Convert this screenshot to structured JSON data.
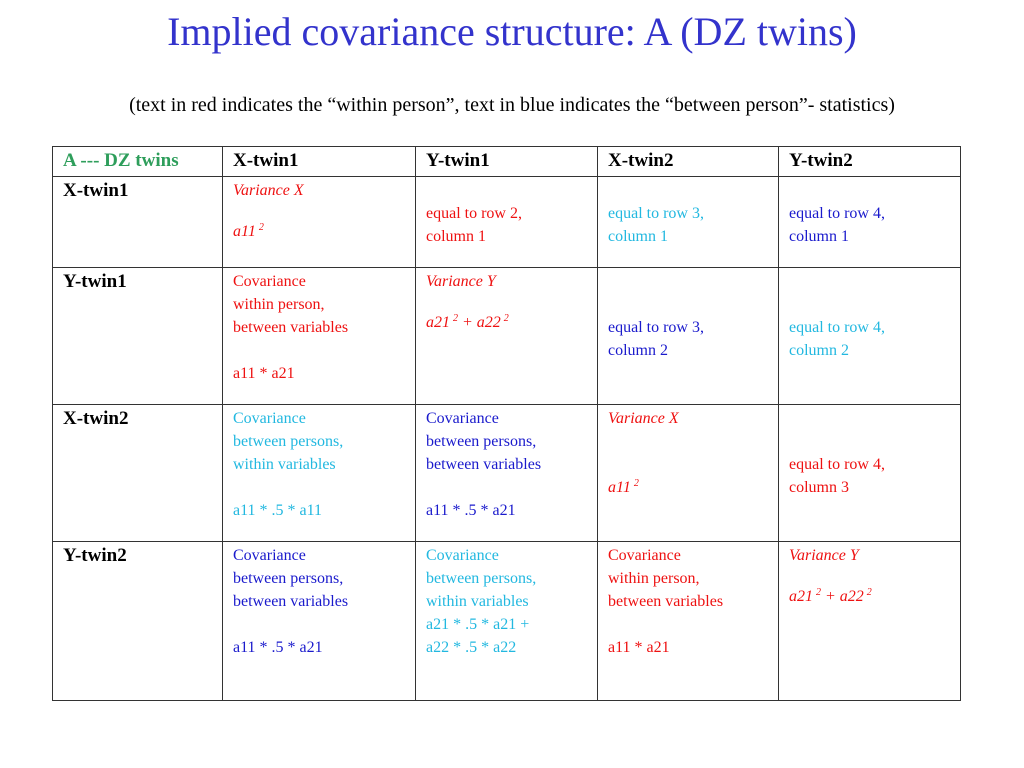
{
  "slide": {
    "title": "Implied covariance structure: A (DZ twins)",
    "subtitle": "(text in red indicates the “within person”, text in blue indicates the “between person”- statistics)"
  },
  "colors": {
    "title": "#3333cc",
    "within_person": "#ee1111",
    "between_person": "#1a1acc",
    "between_person_light": "#22b8e0",
    "corner_header": "#2e9e5b"
  },
  "table": {
    "corner": "A --- DZ twins",
    "col_headers": [
      "X-twin1",
      "Y-twin1",
      "X-twin2",
      "Y-twin2"
    ],
    "row_headers": [
      "X-twin1",
      "Y-twin1",
      "X-twin2",
      "Y-twin2"
    ],
    "cells": {
      "r1c1": {
        "line1": "Variance X",
        "formula": "a11",
        "exp": "2"
      },
      "r1c2": {
        "line1": "equal to row 2,",
        "line2": "column 1"
      },
      "r1c3": {
        "line1": "equal to row 3,",
        "line2": "column 1"
      },
      "r1c4": {
        "line1": "equal to row 4,",
        "line2": "column 1"
      },
      "r2c1": {
        "line1": "Covariance",
        "line2": "within person,",
        "line3": "between variables",
        "formula": "a11 * a21"
      },
      "r2c2": {
        "line1": "Variance Y",
        "term1": "a21",
        "exp1": "2",
        "term2": "+ a22",
        "exp2": "2"
      },
      "r2c3": {
        "line1": "equal to row 3,",
        "line2": "column 2"
      },
      "r2c4": {
        "line1": "equal to row 4,",
        "line2": "column 2"
      },
      "r3c1": {
        "line1": "Covariance",
        "line2": "between persons,",
        "line3": "within variables",
        "formula": "a11 * .5 * a11"
      },
      "r3c2": {
        "line1": "Covariance",
        "line2": "between persons,",
        "line3": "between variables",
        "formula": "a11 * .5 * a21"
      },
      "r3c3": {
        "line1": "Variance X",
        "formula": "a11",
        "exp": "2"
      },
      "r3c4": {
        "line1": "equal to row 4,",
        "line2": "column 3"
      },
      "r4c1": {
        "line1": "Covariance",
        "line2": "between persons,",
        "line3": "between variables",
        "formula": "a11 * .5 * a21"
      },
      "r4c2": {
        "line1": "Covariance",
        "line2": "between persons,",
        "line3": "within variables",
        "line4": "a21 * .5 * a21 +",
        "line5": "a22 * .5 * a22"
      },
      "r4c3": {
        "line1": "Covariance",
        "line2": "within person,",
        "line3": "between variables",
        "formula": "a11 * a21"
      },
      "r4c4": {
        "line1": "Variance Y",
        "term1": "a21",
        "exp1": "2",
        "term2": "+ a22",
        "exp2": "2"
      }
    }
  }
}
